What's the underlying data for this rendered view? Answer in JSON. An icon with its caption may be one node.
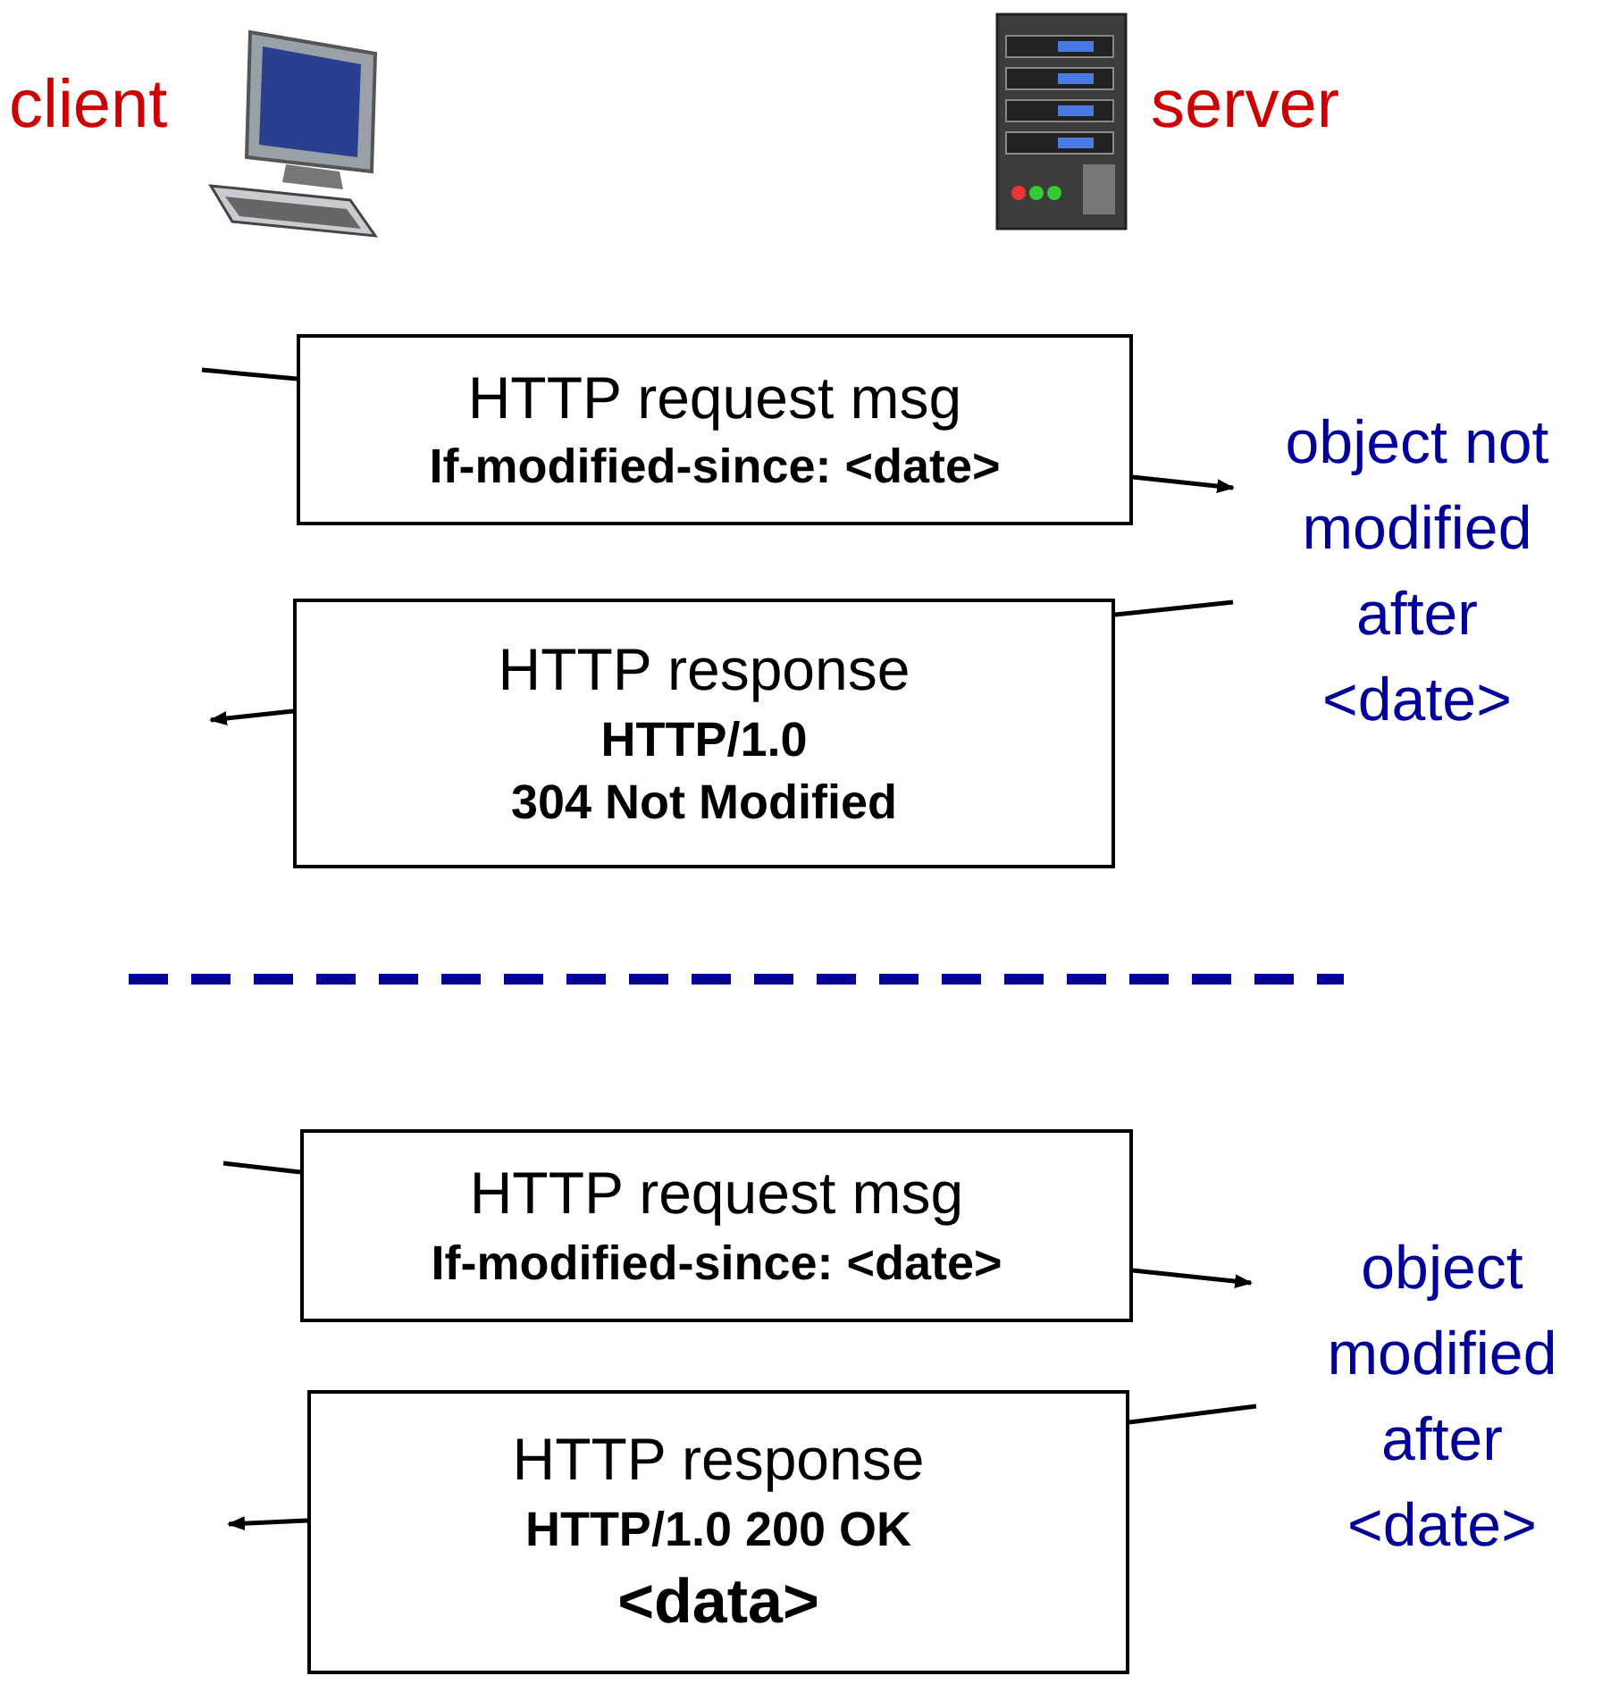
{
  "diagram": {
    "nodes": [
      {
        "text": [
          "HTTP request msg",
          "If-modified-since: <date>"
        ]
      },
      {
        "text": [
          "HTTP response",
          "HTTP/1.0",
          "304 Not Modified"
        ]
      },
      {
        "text": [
          "HTTP request msg",
          "If-modified-since: <date>"
        ]
      },
      {
        "text": [
          "HTTP response",
          "HTTP/1.0 200 OK",
          "<data>"
        ]
      }
    ],
    "edges": [
      {
        "from": null,
        "to": 0,
        "arrow": "none"
      },
      {
        "from": 0,
        "to": null,
        "arrow": "to"
      },
      {
        "from": null,
        "to": 1,
        "arrow": "none"
      },
      {
        "from": 1,
        "to": null,
        "arrow": "to"
      },
      {
        "from": null,
        "to": 2,
        "arrow": "none"
      },
      {
        "from": 2,
        "to": null,
        "arrow": "to"
      },
      {
        "from": null,
        "to": 3,
        "arrow": "none"
      },
      {
        "from": 3,
        "to": null,
        "arrow": "to"
      }
    ],
    "labels": [
      "client",
      "server",
      "object not modified after <date>",
      "object modified after <date>"
    ]
  }
}
